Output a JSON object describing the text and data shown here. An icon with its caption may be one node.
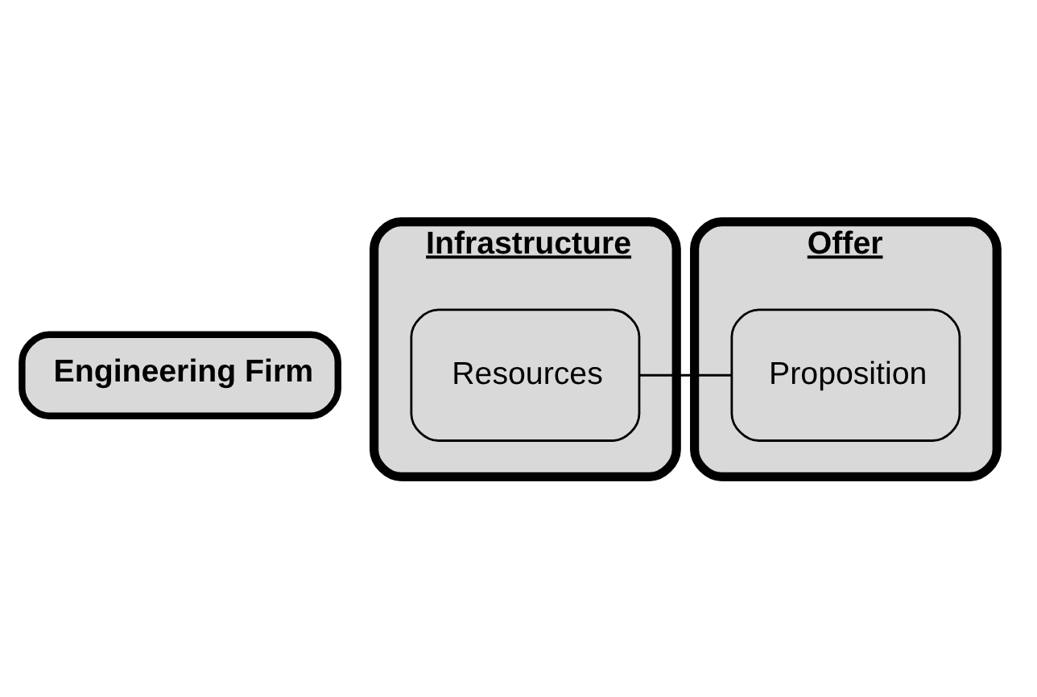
{
  "diagram": {
    "nodes": [
      {
        "text": [
          "Engineering Firm"
        ]
      },
      {
        "text": [
          "Infrastructure"
        ]
      },
      {
        "text": [
          "Resources"
        ],
        "in": 1
      },
      {
        "text": [
          "Offer"
        ]
      },
      {
        "text": [
          "Proposition"
        ],
        "in": 3
      }
    ],
    "edges": [
      {
        "from": 2,
        "to": 4,
        "arrow": "none"
      }
    ]
  }
}
